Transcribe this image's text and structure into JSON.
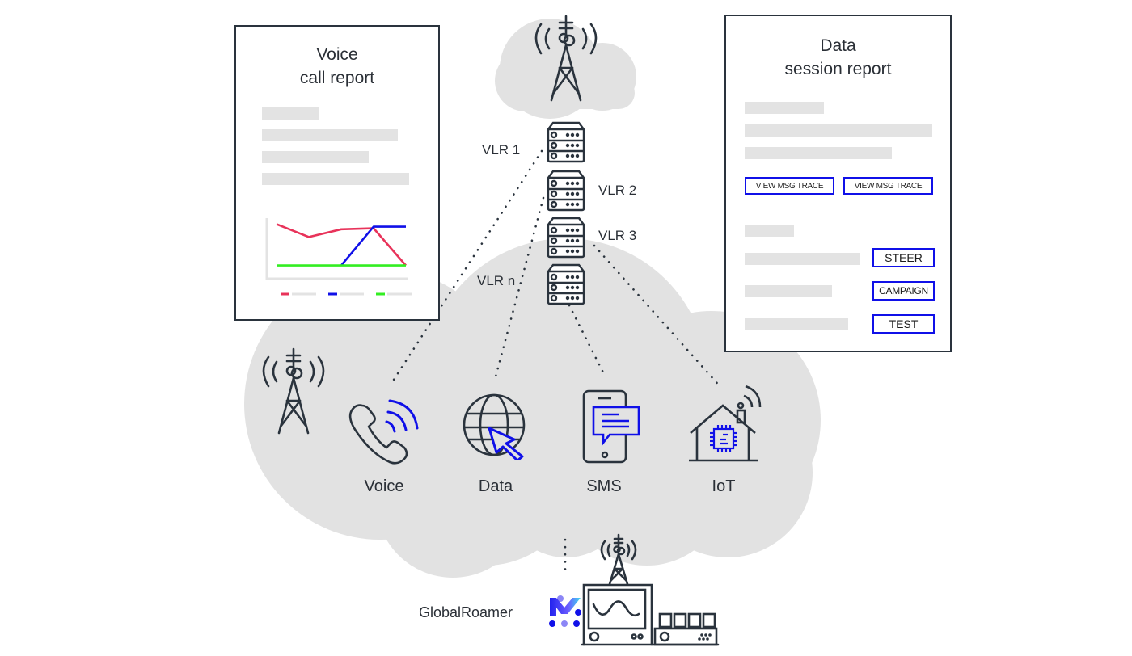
{
  "colors": {
    "stroke_dark": "#2a333d",
    "accent_blue": "#1010e8",
    "cloud_gray": "#e2e2e2",
    "placeholder_gray": "#e3e3e3",
    "series_red": "#e8335a",
    "series_blue": "#1010e8",
    "series_green": "#33ee22"
  },
  "voice_report": {
    "title_line1": "Voice",
    "title_line2": "call report",
    "chart_data": {
      "type": "line",
      "title": "",
      "xlabel": "",
      "ylabel": "",
      "x": [
        0,
        1,
        2,
        3,
        4
      ],
      "ylim": [
        0,
        10
      ],
      "series": [
        {
          "name": "red",
          "color": "#e8335a",
          "values": [
            9,
            6.5,
            8,
            8.2,
            1
          ]
        },
        {
          "name": "blue",
          "color": "#1010e8",
          "values": [
            null,
            null,
            1,
            8.5,
            8.5
          ]
        },
        {
          "name": "green",
          "color": "#33ee22",
          "values": [
            1,
            1,
            1,
            1,
            1
          ]
        }
      ],
      "legend": "bottom"
    }
  },
  "data_report": {
    "title_line1": "Data",
    "title_line2": "session report",
    "trace_buttons": [
      "VIEW MSG TRACE",
      "VIEW MSG TRACE"
    ],
    "action_buttons": [
      "STEER",
      "CAMPAIGN",
      "TEST"
    ]
  },
  "vlrs": [
    {
      "label": "VLR 1"
    },
    {
      "label": "VLR 2"
    },
    {
      "label": "VLR 3"
    },
    {
      "label": "VLR n"
    }
  ],
  "services": [
    {
      "label": "Voice",
      "icon": "phone-icon"
    },
    {
      "label": "Data",
      "icon": "globe-cursor-icon"
    },
    {
      "label": "SMS",
      "icon": "smartphone-message-icon"
    },
    {
      "label": "IoT",
      "icon": "smart-home-chip-icon"
    }
  ],
  "globalroamer": {
    "label": "GlobalRoamer"
  }
}
